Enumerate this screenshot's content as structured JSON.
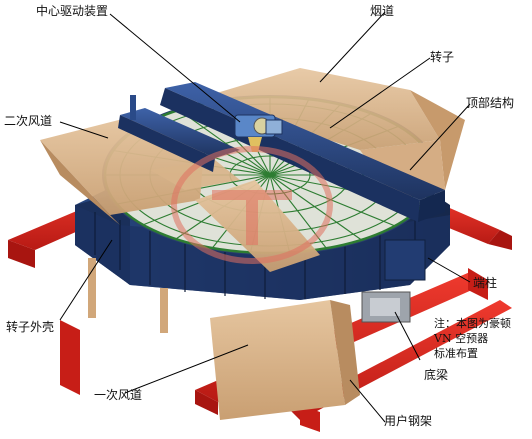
{
  "labels": {
    "center_drive": "中心驱动装置",
    "flue": "烟道",
    "rotor": "转子",
    "top_structure": "顶部结构",
    "secondary_air_duct": "二次风道",
    "end_column": "端柱",
    "rotor_shell": "转子外壳",
    "primary_air_duct": "一次风道",
    "bottom_beam": "底梁",
    "user_steel_frame": "用户钢架"
  },
  "note": {
    "line1": "注：本图为豪顿",
    "line2": "VN 空预器",
    "line3": "标准布置"
  },
  "colors": {
    "steel_frame_red": "#d8261e",
    "housing_blue": "#2f4f8f",
    "duct_tan": "#d9b48d",
    "rotor_green": "#2e7d32",
    "watermark_red": "#e07060"
  }
}
